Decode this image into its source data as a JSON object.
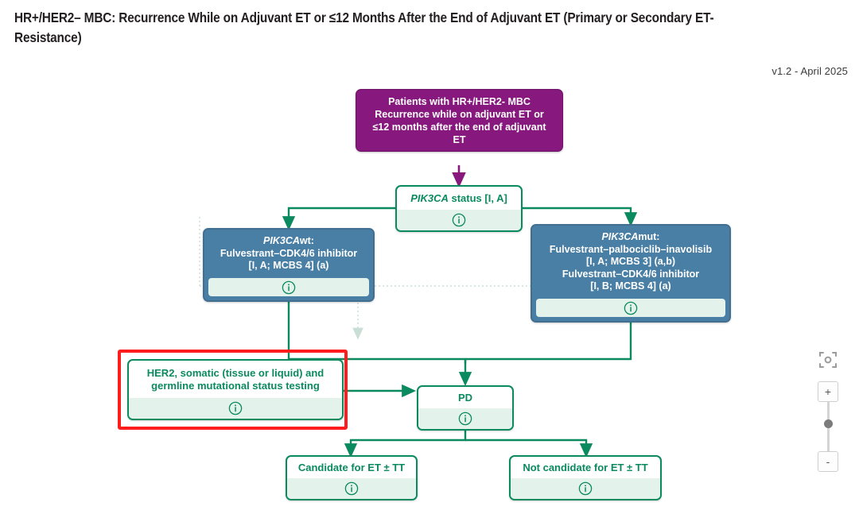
{
  "header": {
    "title": "HR+/HER2– MBC: Recurrence While on Adjuvant ET or ≤12 Months After the End of Adjuvant ET (Primary or Secondary ET-Resistance)",
    "version": "v1.2 - April 2025"
  },
  "colors": {
    "green": "#0b8a5f",
    "green_light": "#e4f2ec",
    "blue": "#4a7fa5",
    "purple": "#87197e",
    "highlight_red": "#ff1c1c",
    "text_dark": "#231f20"
  },
  "nodes": {
    "root": {
      "id": "patients-hr-her2-mbc",
      "type": "purple",
      "lines": [
        "Patients with HR+/HER2- MBC",
        "Recurrence while on adjuvant ET or",
        "≤12 months after the end of adjuvant",
        "ET"
      ],
      "info_icon": "info-icon",
      "has_info": false
    },
    "pik3ca_status": {
      "id": "pik3ca-status",
      "type": "green",
      "gene": "PIK3CA",
      "title_rest": " status [I, A]",
      "info_icon": "info-icon",
      "has_info": true
    },
    "pik3ca_wt": {
      "id": "pik3ca-wt-treatment",
      "type": "blue",
      "gene": "PIK3CA",
      "gene_suffix": "wt:",
      "lines": [
        "Fulvestrant–CDK4/6 inhibitor",
        "[I, A; MCBS 4] (a)"
      ],
      "info_icon": "info-icon",
      "has_info": true
    },
    "pik3ca_mut": {
      "id": "pik3ca-mut-treatment",
      "type": "blue",
      "gene": "PIK3CA",
      "gene_suffix": "mut:",
      "lines": [
        "Fulvestrant–palbociclib–inavolisib",
        "[I, A; MCBS 3] (a,b)",
        "Fulvestrant–CDK4/6 inhibitor",
        "[I, B; MCBS 4] (a)"
      ],
      "info_icon": "info-icon",
      "has_info": true
    },
    "her2_testing": {
      "id": "her2-mutational-status-testing",
      "type": "green",
      "lines": [
        "HER2, somatic (tissue or liquid) and",
        "germline mutational status testing"
      ],
      "selected": true,
      "info_icon": "info-icon",
      "has_info": true
    },
    "pd": {
      "id": "progressive-disease",
      "type": "green",
      "title": "PD",
      "info_icon": "info-icon",
      "has_info": true
    },
    "candidate": {
      "id": "candidate-for-et-tt",
      "type": "green",
      "title": "Candidate for ET ± TT",
      "info_icon": "info-icon",
      "has_info": true
    },
    "not_candidate": {
      "id": "not-candidate-for-et-tt",
      "type": "green",
      "title": "Not candidate for ET ± TT",
      "info_icon": "info-icon",
      "has_info": true
    }
  },
  "controls": {
    "focus_icon": "focus-frame-icon",
    "zoom_in_label": "+",
    "zoom_out_label": "-"
  }
}
